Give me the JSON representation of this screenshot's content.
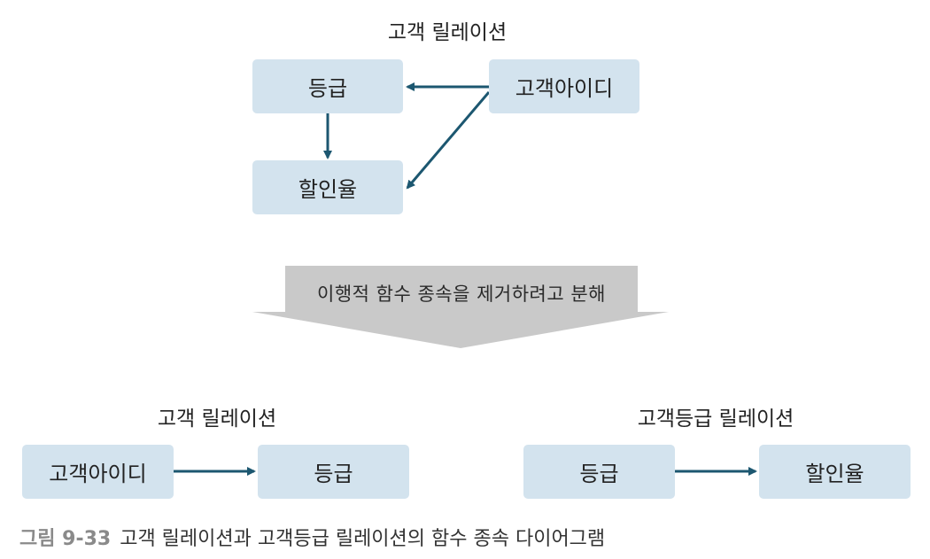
{
  "top": {
    "title": "고객 릴레이션",
    "boxes": {
      "grade": "등급",
      "customer_id": "고객아이디",
      "discount": "할인율"
    }
  },
  "transform": {
    "label": "이행적 함수 종속을 제거하려고 분해"
  },
  "bottom_left": {
    "title": "고객 릴레이션",
    "boxes": {
      "customer_id": "고객아이디",
      "grade": "등급"
    }
  },
  "bottom_right": {
    "title": "고객등급 릴레이션",
    "boxes": {
      "grade": "등급",
      "discount": "할인율"
    }
  },
  "caption": {
    "number": "그림 9-33",
    "text": "고객 릴레이션과 고객등급 릴레이션의 함수 종속 다이어그램"
  },
  "colors": {
    "box_fill": "#d3e3ee",
    "arrow": "#1c5770",
    "banner": "#c9c9c9"
  }
}
